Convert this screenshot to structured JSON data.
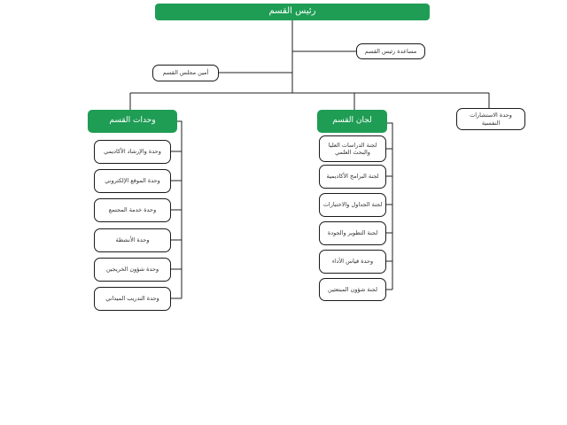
{
  "org_chart": {
    "root": "رئيس القسم",
    "assistant": "مساعدة رئيس القسم",
    "secretary": "أمين مجلس القسم",
    "units_header": "وحدات القسم",
    "committees_header": "لجان القسم",
    "psych_unit": "وحدة الاستشارات النفسية",
    "units": [
      "وحدة والإرشاد الأكاديمي",
      "وحدة الموقع الإلكتروني",
      "وحدة خدمة المجتمع",
      "وحدة الأنشطة",
      "وحدة شؤون الخريجين",
      "وحدة التدريب الميداني"
    ],
    "committees": [
      "لجنة الدراسات العليا والبحث العلمي",
      "لجنة البرامج الأكاديمية",
      "لجنة الجداول والاختبارات",
      "لجنة التطوير والجودة",
      "وحدة قياس الأداء",
      "لجنة شؤون المبتعثين"
    ]
  },
  "colors": {
    "node_green": "#1f9d55",
    "node_border": "#1a1a1a",
    "connector_line": "#1f1f1f",
    "background": "#ffffff"
  }
}
